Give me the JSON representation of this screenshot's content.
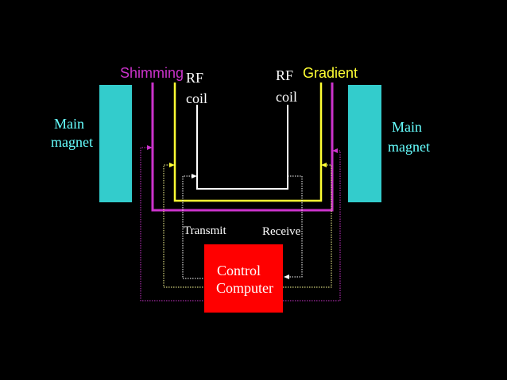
{
  "labels": {
    "main_magnet_left": [
      "Main",
      "magnet"
    ],
    "main_magnet_right": [
      "Main",
      "magnet"
    ],
    "shimming": "Shimming",
    "gradient": "Gradient",
    "rf_coil_left": [
      "RF",
      "coil"
    ],
    "rf_coil_right": [
      "RF",
      "coil"
    ],
    "transmit": "Transmit",
    "receive": "Receive",
    "control_computer": [
      "Control",
      "Computer"
    ]
  },
  "colors": {
    "background": "#000000",
    "magnet": "#33cccc",
    "shimming": "#cc33cc",
    "gradient": "#ffff33",
    "rf_coil": "#ffffff",
    "computer": "#ff0000",
    "magnet_label": "#66ffff",
    "signal_line": "#ffffff"
  }
}
